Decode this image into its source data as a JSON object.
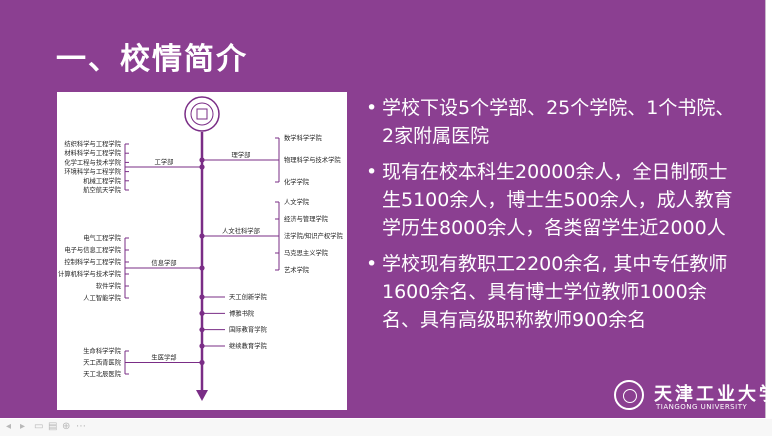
{
  "slide": {
    "title": "一、校情简介",
    "bullets": [
      "学校下设5个学部、25个学院、1个书院、2家附属医院",
      "现有在校本科生20000余人，全日制硕士生5100余人，博士生500余人，成人教育学历生8000余人，各类留学生近2000人",
      "学校现有教职工2200余名, 其中专任教师1600余名、具有博士学位教师1000余名、具有高级职称教师900余名"
    ],
    "bullet_glyph": "•",
    "logo": {
      "name_cn": "天津工业大学",
      "name_en": "TIANGONG UNIVERSITY"
    }
  },
  "org_chart": {
    "divisions": [
      {
        "name": "工学部",
        "schools": [
          "纺织科学与工程学院",
          "材料科学与工程学院",
          "化学工程与技术学院",
          "环境科学与工程学院",
          "机械工程学院",
          "航空航天学院"
        ]
      },
      {
        "name": "信息学部",
        "schools": [
          "电气工程学院",
          "电子与信息工程学院",
          "控制科学与工程学院",
          "计算机科学与技术学院",
          "软件学院",
          "人工智能学院"
        ]
      },
      {
        "name": "生医学部",
        "schools": [
          "生命科学学院",
          "天工西青医院",
          "天工北辰医院"
        ]
      },
      {
        "name": "理学部",
        "schools": [
          "数学科学学院",
          "物理科学与技术学院",
          "化学学院"
        ]
      },
      {
        "name": "人文社科学部",
        "schools": [
          "人文学院",
          "经济与管理学院",
          "法学院/知识产权学院",
          "马克思主义学院",
          "艺术学院"
        ]
      }
    ],
    "standalone": [
      "天工创新学院",
      "博雅书院",
      "国际教育学院",
      "继续教育学院"
    ]
  },
  "controls": [
    "◂",
    "▸",
    "▭",
    "▤",
    "⊕",
    "⋯"
  ],
  "colors": {
    "slide_bg": "#8b3f91",
    "chart_line": "#7a2d86",
    "text": "#ffffff"
  }
}
